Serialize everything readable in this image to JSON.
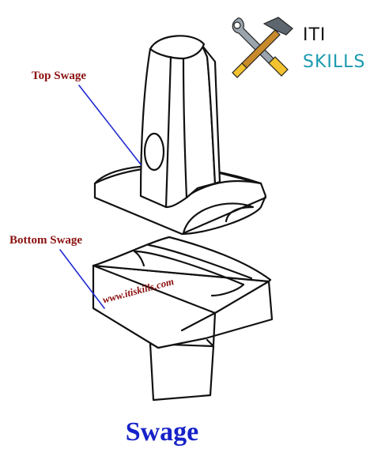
{
  "logo": {
    "line1": "ITI",
    "line2": "SKILLS",
    "icon": "crossed-wrench-hammer-icon",
    "colors": {
      "line1": "#111111",
      "line2": "#1a9ab0"
    }
  },
  "labels": {
    "top_swage": "Top Swage",
    "bottom_swage": "Bottom Swage",
    "color": "#8b0f0f",
    "leader_color": "#1f2ad0"
  },
  "watermark": "www.itiskills.com",
  "caption": {
    "text": "Swage",
    "color": "#1622c8"
  }
}
